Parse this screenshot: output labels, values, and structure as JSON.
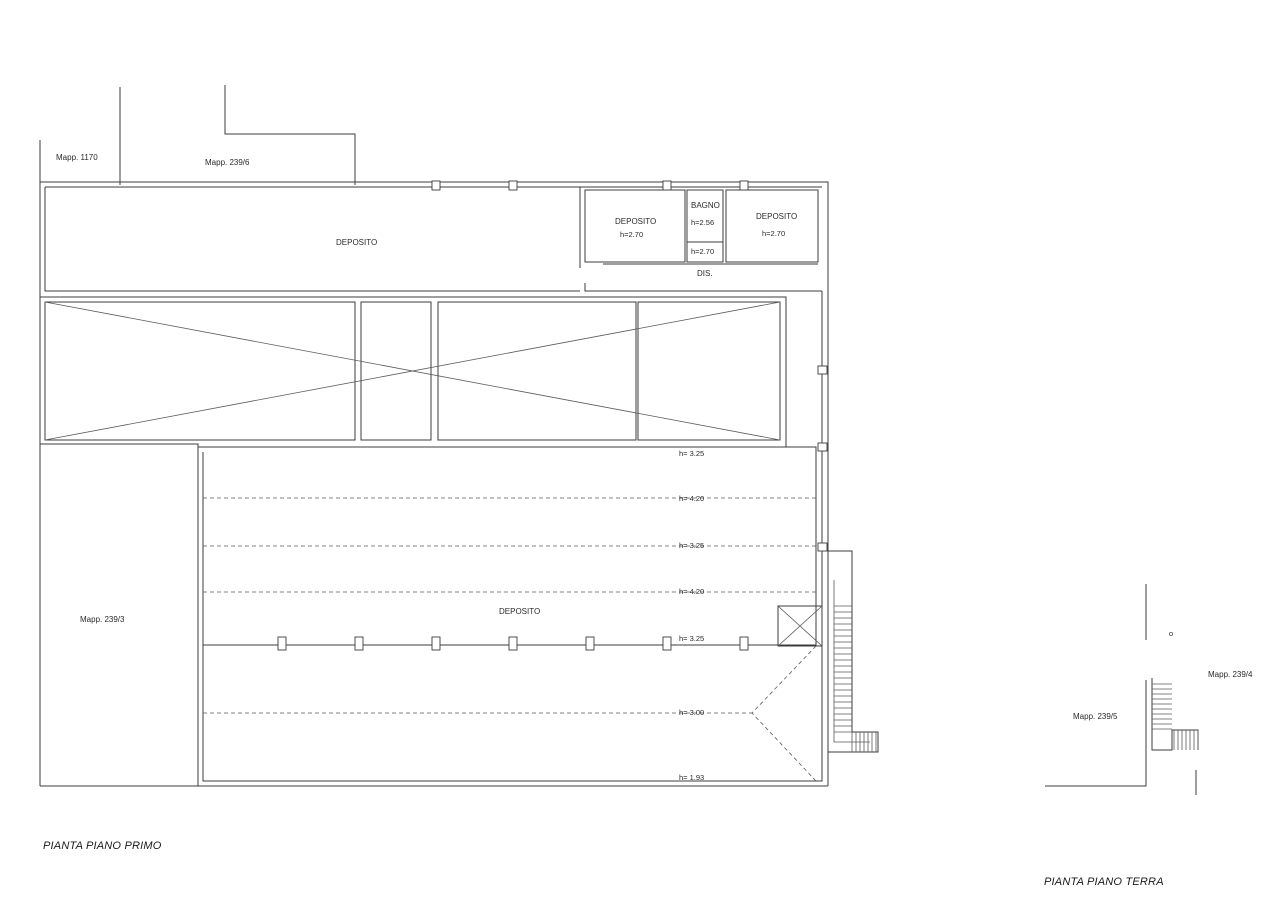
{
  "parcels": {
    "mapp_1170": "Mapp. 1170",
    "mapp_239_6": "Mapp. 239/6",
    "mapp_239_3": "Mapp. 239/3",
    "mapp_239_5": "Mapp. 239/5",
    "mapp_239_4": "Mapp. 239/4"
  },
  "rooms": {
    "deposito_north": "DEPOSITO",
    "deposito_small_left": "DEPOSITO",
    "deposito_small_left_h": "h=2.70",
    "bagno": "BAGNO",
    "bagno_h": "h=2.56",
    "anti_h": "h=2.70",
    "deposito_small_right": "DEPOSITO",
    "deposito_small_right_h": "h=2.70",
    "dis": "DIS.",
    "deposito_main": "DEPOSITO"
  },
  "heights": [
    "h= 3.25",
    "h= 4.20",
    "h= 3.25",
    "h= 4.20",
    "h= 3.25",
    "h= 3.00",
    "h= 1.93"
  ],
  "captions": {
    "first_floor": "PIANTA PIANO PRIMO",
    "ground_floor": "PIANTA PIANO TERRA"
  }
}
